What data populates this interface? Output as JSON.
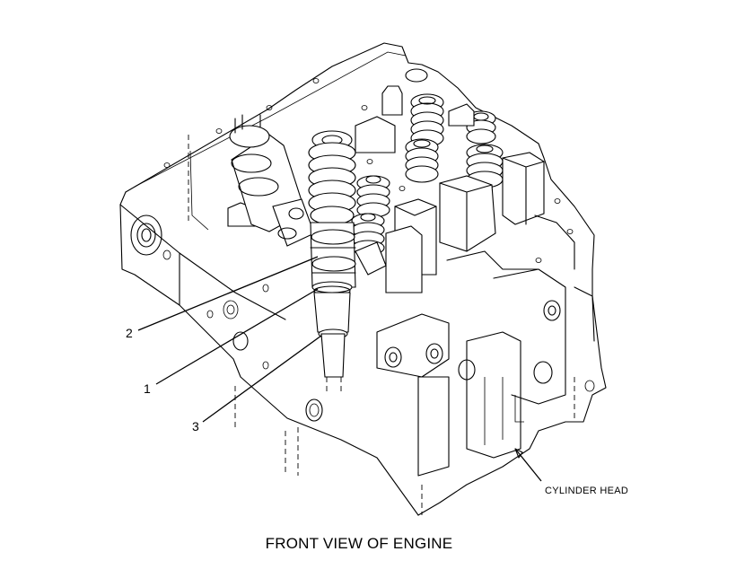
{
  "callouts": [
    {
      "number": "2"
    },
    {
      "number": "1"
    },
    {
      "number": "3"
    }
  ],
  "part_label": "CYLINDER HEAD",
  "caption": "FRONT VIEW OF ENGINE",
  "colors": {
    "ink": "#000000",
    "background": "#ffffff"
  }
}
